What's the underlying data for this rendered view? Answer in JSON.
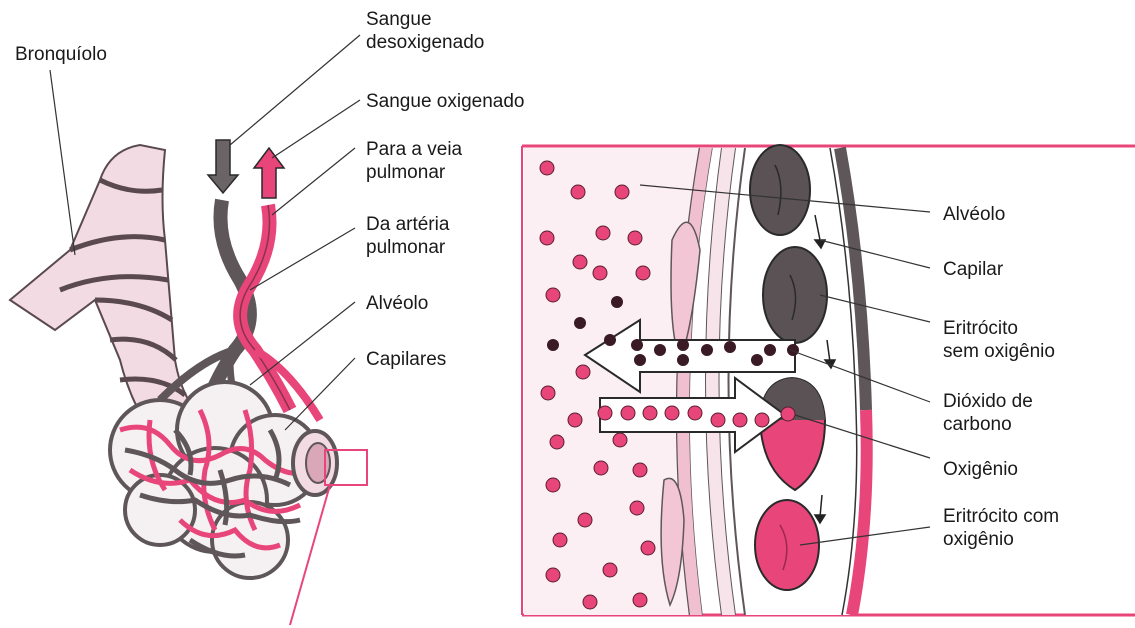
{
  "left_labels": {
    "bronquiolo": "Bronquíolo",
    "sangue_desoxigenado": [
      "Sangue",
      "desoxigenado"
    ],
    "sangue_oxigenado": "Sangue oxigenado",
    "para_veia_pulmonar": [
      "Para a veia",
      "pulmonar"
    ],
    "da_arteria_pulmonar": [
      "Da artéria",
      "pulmonar"
    ],
    "alveolo": "Alvéolo",
    "capilares": "Capilares"
  },
  "right_labels": {
    "alveolo": "Alvéolo",
    "capilar": "Capilar",
    "eritrocito_sem_oxigenio": [
      "Eritrócito",
      "sem oxigênio"
    ],
    "dioxido_de_carbono": [
      "Dióxido de",
      "carbono"
    ],
    "oxigenio": "Oxigênio",
    "eritrocito_com_oxigenio": [
      "Eritrócito com",
      "oxigênio"
    ]
  },
  "colors": {
    "pink": "#e8457a",
    "pink_light": "#f7d7e3",
    "dark_gray": "#5e5659",
    "dark_red": "#4a2630",
    "line": "#333333"
  }
}
